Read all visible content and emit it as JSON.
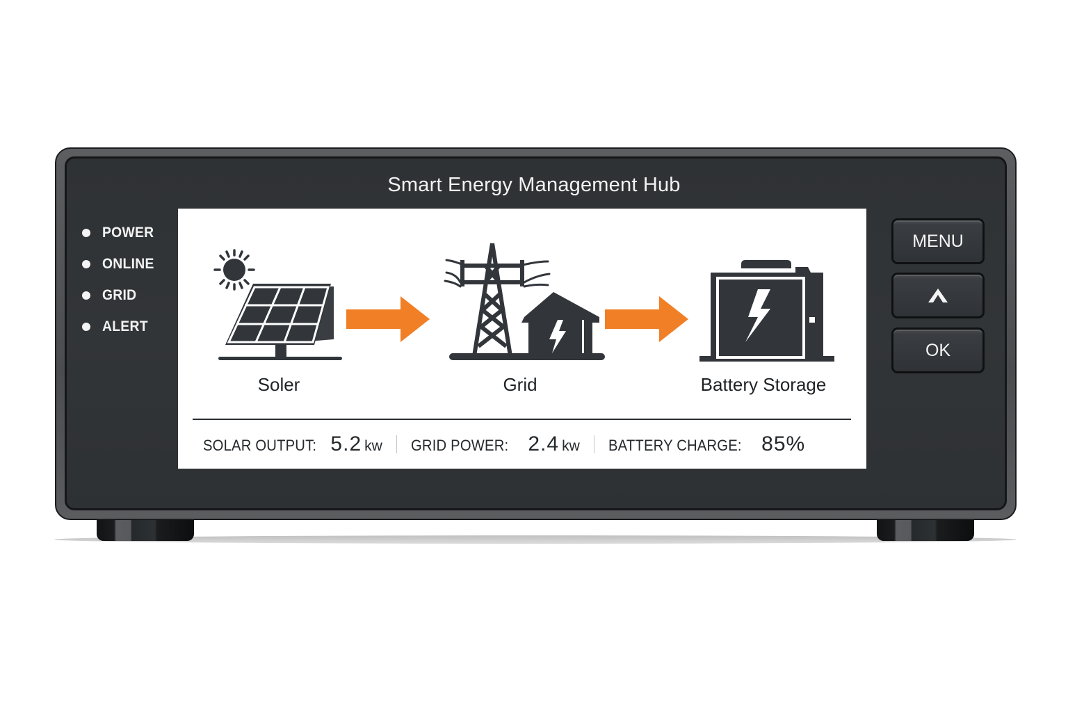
{
  "device": {
    "title": "Smart Energy Management Hub",
    "colors": {
      "chassis": "#4a4c4f",
      "faceplate": "#313437",
      "screen": "#ffffff",
      "icon": "#32363b",
      "arrow": "#f07f26"
    }
  },
  "indicators": [
    {
      "label": "POWER"
    },
    {
      "label": "ONLINE"
    },
    {
      "label": "GRID"
    },
    {
      "label": "ALERT"
    }
  ],
  "screen": {
    "flow": [
      {
        "label": "Soler",
        "icon": "solar-panel-icon"
      },
      {
        "label": "Grid",
        "icon": "power-grid-icon"
      },
      {
        "label": "Battery Storage",
        "icon": "battery-storage-icon"
      }
    ],
    "stats": [
      {
        "label": "SOLAR OUTPUT:",
        "value": "5.2",
        "unit": "kw"
      },
      {
        "label": "GRID POWER:",
        "value": "2.4",
        "unit": "kw"
      },
      {
        "label": "BATTERY CHARGE:",
        "value": "85%",
        "unit": ""
      }
    ]
  },
  "buttons": {
    "menu": "MENU",
    "up": "ʌ",
    "ok": "OK"
  }
}
